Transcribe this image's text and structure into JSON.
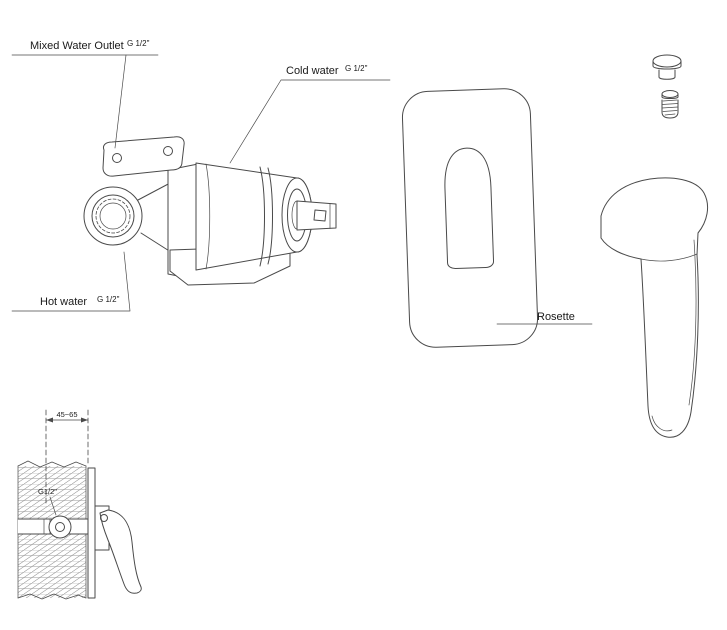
{
  "colors": {
    "line": "#4a4a4a",
    "text": "#1a1a1a",
    "background": "#ffffff"
  },
  "labels": {
    "mixed_water_outlet": "Mixed Water Outlet",
    "mixed_water_outlet_size": "G 1/2\"",
    "cold_water": "Cold water",
    "cold_water_size": "G 1/2\"",
    "hot_water": "Hot water",
    "hot_water_size": "G 1/2\"",
    "rosette": "Rosette"
  },
  "section": {
    "depth_range": "45~65",
    "thread_size": "G1/2\""
  },
  "parts": [
    "wall-mount-bracket",
    "hot-water-inlet",
    "mixer-valve-body",
    "cartridge-housing",
    "valve-spindle",
    "rosette-plate",
    "handle-lever",
    "cap-plug",
    "grub-screw",
    "wall-installation-section"
  ]
}
